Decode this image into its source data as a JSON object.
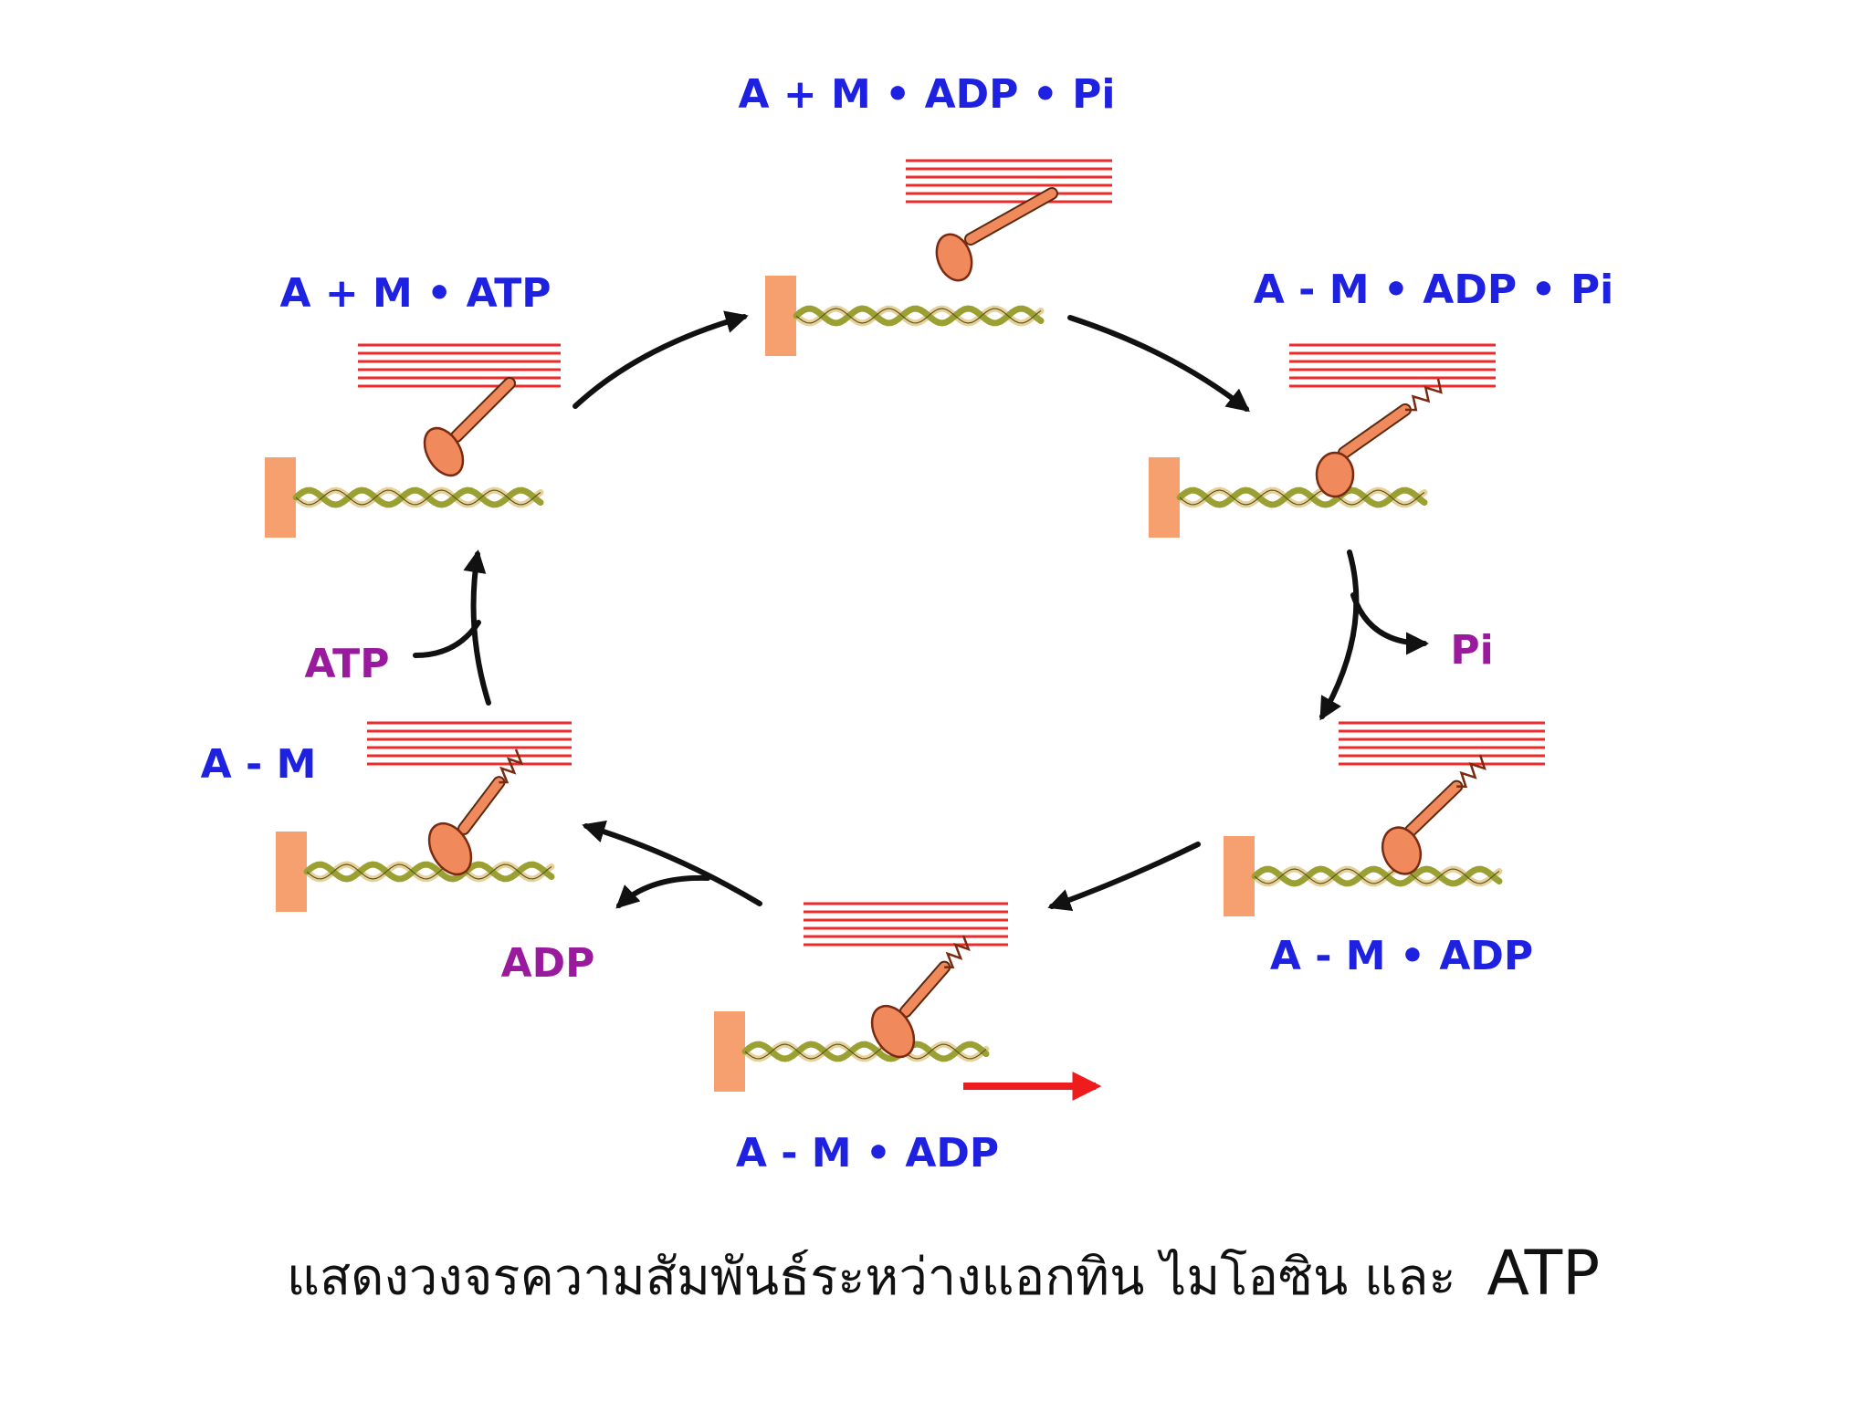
{
  "colors": {
    "state_label": "#1e22e0",
    "side_label": "#9a1a9e",
    "thick_filament": "#ee2a2a",
    "myosin_head": "#f08a5d",
    "actin_anchor": "#f6a070",
    "actin_strand_a": "#9aa032",
    "actin_strand_b": "#e8d09a",
    "cycle_arrow": "#111111",
    "movement_arrow": "#ee1c1c"
  },
  "states": [
    {
      "id": "top",
      "label": "A + M • ADP • Pi"
    },
    {
      "id": "upper_right",
      "label": "A - M • ADP • Pi"
    },
    {
      "id": "lower_right",
      "label": "A - M • ADP"
    },
    {
      "id": "bottom",
      "label": "A - M • ADP"
    },
    {
      "id": "lower_left",
      "label": "A - M"
    },
    {
      "id": "upper_left",
      "label": "A + M • ATP"
    }
  ],
  "side_labels": {
    "pi_release": "Pi",
    "adp_release": "ADP",
    "atp_binding": "ATP"
  },
  "icons": {
    "cycle_arrow": "curved-arrow-icon",
    "movement_arrow": "right-arrow-icon"
  },
  "caption": {
    "thai_text": "แสดงวงจรความสัมพันธ์ระหว่างแอกทิน ไมโอซิน และ",
    "atp_text": "ATP"
  }
}
